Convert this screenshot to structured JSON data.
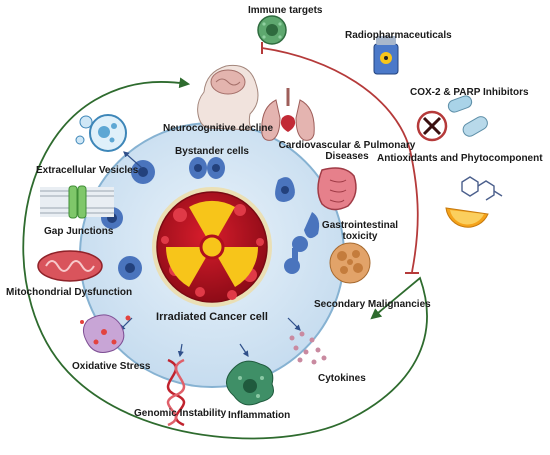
{
  "center": {
    "label": "Irradiated Cancer cell"
  },
  "bystander": {
    "label": "Bystander cells"
  },
  "effects": {
    "extracellular_vesicles": "Extracellular Vesicles",
    "gap_junctions": "Gap Junctions",
    "mitochondrial_dysfunction": "Mitochondrial Dysfunction",
    "oxidative_stress": "Oxidative Stress",
    "genomic_instability": "Genomic Instability",
    "inflammation": "Inflammation",
    "cytokines": "Cytokines"
  },
  "outcomes": {
    "neurocognitive_decline": "Neurocognitive decline",
    "cardio_pulmonary_line1": "Cardiovascular & Pulmonary",
    "cardio_pulmonary_line2": "Diseases",
    "gastrointestinal_line1": "Gastrointestinal",
    "gastrointestinal_line2": "toxicity",
    "secondary_malignancies": "Secondary Malignancies"
  },
  "interventions": {
    "immune_targets": "Immune targets",
    "radiopharmaceuticals": "Radiopharmaceuticals",
    "cox2_parp": "COX-2 & PARP Inhibitors",
    "antioxidants": "Antioxidants and Phytocomponent"
  },
  "colors": {
    "outer_arrow": "#2e6b2e",
    "inhibit_line": "#b53a3a",
    "ring_fill": "#cfe3f3",
    "ring_edge": "#86b2d2",
    "core_red": "#b00f1e",
    "trefoil": "#f7c51a",
    "cell_blue": "#3f6db8"
  }
}
